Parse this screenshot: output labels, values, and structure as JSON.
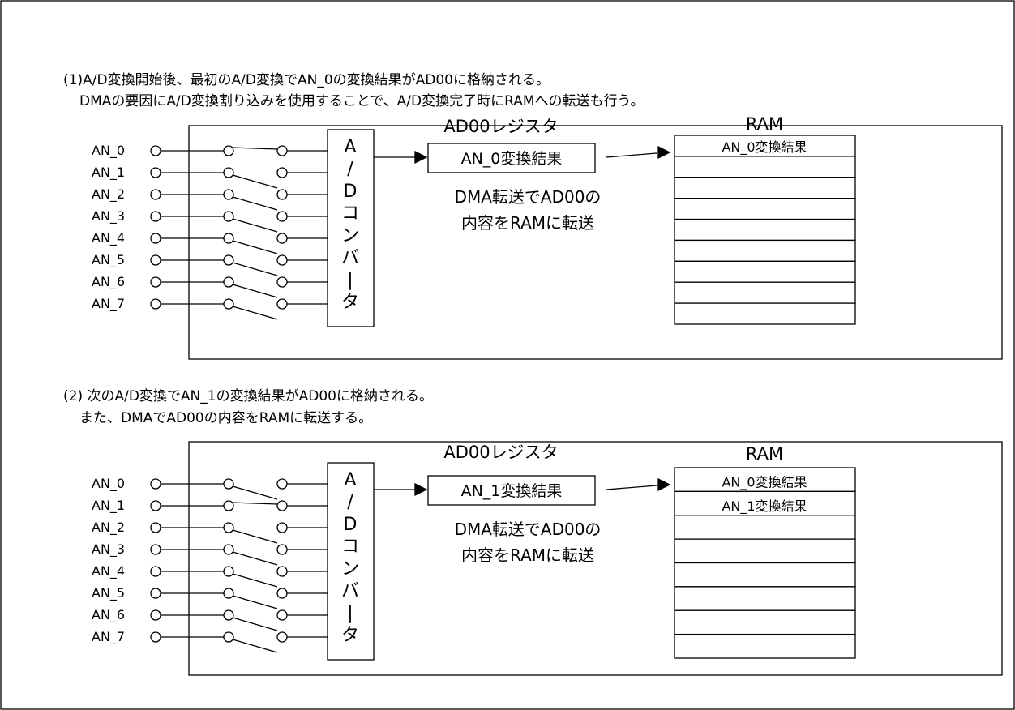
{
  "panels": [
    {
      "caption": [
        "(1)A/D変換開始後、最初のA/D変換でAN_0の変換結果がAD00に格納される。",
        "DMAの要因にA/D変換割り込みを使用することで、A/D変換完了時にRAMへの転送も行う。"
      ],
      "pins": [
        "AN_0",
        "AN_1",
        "AN_2",
        "AN_3",
        "AN_4",
        "AN_5",
        "AN_6",
        "AN_7"
      ],
      "selected_pin_index": 0,
      "adc_label": [
        "A",
        "/",
        "D",
        "コ",
        "ン",
        "バ",
        "|",
        "タ"
      ],
      "register_title": "AD00レジスタ",
      "register_value": "AN_0変換結果",
      "transfer_note": [
        "DMA転送でAD00の",
        "内容をRAMに転送"
      ],
      "ram_title": "RAM",
      "ram_cells": [
        "AN_0変換結果",
        "",
        "",
        "",
        "",
        "",
        "",
        "",
        ""
      ]
    },
    {
      "caption": [
        "(2) 次のA/D変換でAN_1の変換結果がAD00に格納される。",
        "また、DMAでAD00の内容をRAMに転送する。"
      ],
      "pins": [
        "AN_0",
        "AN_1",
        "AN_2",
        "AN_3",
        "AN_4",
        "AN_5",
        "AN_6",
        "AN_7"
      ],
      "selected_pin_index": 1,
      "adc_label": [
        "A",
        "/",
        "D",
        "コ",
        "ン",
        "バ",
        "|",
        "タ"
      ],
      "register_title": "AD00レジスタ",
      "register_value": "AN_1変換結果",
      "transfer_note": [
        "DMA転送でAD00の",
        "内容をRAMに転送"
      ],
      "ram_title": "RAM",
      "ram_cells": [
        "AN_0変換結果",
        "AN_1変換結果",
        "",
        "",
        "",
        "",
        "",
        ""
      ]
    }
  ]
}
